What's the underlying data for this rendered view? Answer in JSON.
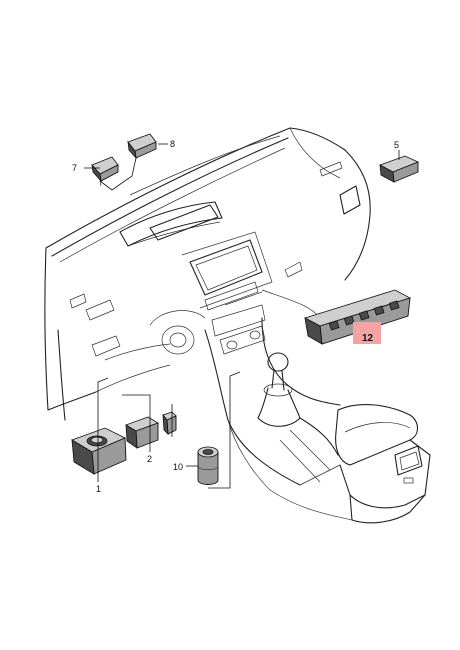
{
  "callouts": {
    "c1": "1",
    "c2": "2",
    "c5": "5",
    "c7": "7",
    "c8": "8",
    "c10": "10",
    "c12": "12"
  },
  "highlight_color": "#f4a3a3"
}
